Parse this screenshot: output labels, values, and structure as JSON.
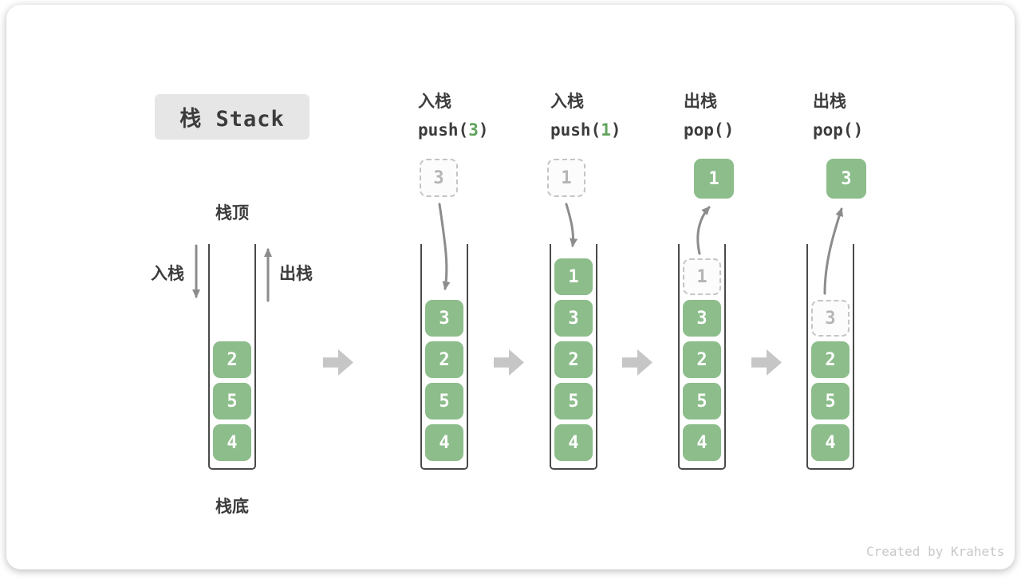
{
  "page": {
    "title": "栈 Stack",
    "credit": "Created by Krahets"
  },
  "labels": {
    "stack_top": "栈顶",
    "stack_bottom": "栈底",
    "push_side": "入栈",
    "pop_side": "出栈"
  },
  "colors": {
    "cell_green": "#8CBD8B",
    "code_arg_green": "#5FA35A",
    "flow_arrow_gray": "#8C8C8C",
    "block_arrow_gray": "#C6C6C6",
    "dashed_border_gray": "#C5C5C5",
    "text_dark": "#3C3C3C",
    "ghost_text_gray": "#B5B5B5",
    "title_box_bg": "#E6E6E6"
  },
  "diagram": {
    "columns": [
      {
        "id": "state-initial",
        "header": null,
        "floating": null,
        "cells": [
          {
            "value": "2",
            "row": 2,
            "style": "solid"
          },
          {
            "value": "5",
            "row": 3,
            "style": "solid"
          },
          {
            "value": "4",
            "row": 4,
            "style": "solid"
          }
        ]
      },
      {
        "id": "state-push-3",
        "header": {
          "label": "入栈",
          "code_pre": "push(",
          "code_arg": "3",
          "code_post": ")"
        },
        "floating": {
          "value": "3",
          "style": "dashed"
        },
        "cells": [
          {
            "value": "3",
            "row": 1,
            "style": "solid"
          },
          {
            "value": "2",
            "row": 2,
            "style": "solid"
          },
          {
            "value": "5",
            "row": 3,
            "style": "solid"
          },
          {
            "value": "4",
            "row": 4,
            "style": "solid"
          }
        ]
      },
      {
        "id": "state-push-1",
        "header": {
          "label": "入栈",
          "code_pre": "push(",
          "code_arg": "1",
          "code_post": ")"
        },
        "floating": {
          "value": "1",
          "style": "dashed"
        },
        "cells": [
          {
            "value": "1",
            "row": 0,
            "style": "solid"
          },
          {
            "value": "3",
            "row": 1,
            "style": "solid"
          },
          {
            "value": "2",
            "row": 2,
            "style": "solid"
          },
          {
            "value": "5",
            "row": 3,
            "style": "solid"
          },
          {
            "value": "4",
            "row": 4,
            "style": "solid"
          }
        ]
      },
      {
        "id": "state-pop-1",
        "header": {
          "label": "出栈",
          "code_pre": "pop(",
          "code_arg": "",
          "code_post": ")"
        },
        "floating": {
          "value": "1",
          "style": "solid"
        },
        "cells": [
          {
            "value": "1",
            "row": 0,
            "style": "dashed"
          },
          {
            "value": "3",
            "row": 1,
            "style": "solid"
          },
          {
            "value": "2",
            "row": 2,
            "style": "solid"
          },
          {
            "value": "5",
            "row": 3,
            "style": "solid"
          },
          {
            "value": "4",
            "row": 4,
            "style": "solid"
          }
        ]
      },
      {
        "id": "state-pop-3",
        "header": {
          "label": "出栈",
          "code_pre": "pop(",
          "code_arg": "",
          "code_post": ")"
        },
        "floating": {
          "value": "3",
          "style": "solid"
        },
        "cells": [
          {
            "value": "3",
            "row": 1,
            "style": "dashed"
          },
          {
            "value": "2",
            "row": 2,
            "style": "solid"
          },
          {
            "value": "5",
            "row": 3,
            "style": "solid"
          },
          {
            "value": "4",
            "row": 4,
            "style": "solid"
          }
        ]
      }
    ]
  }
}
